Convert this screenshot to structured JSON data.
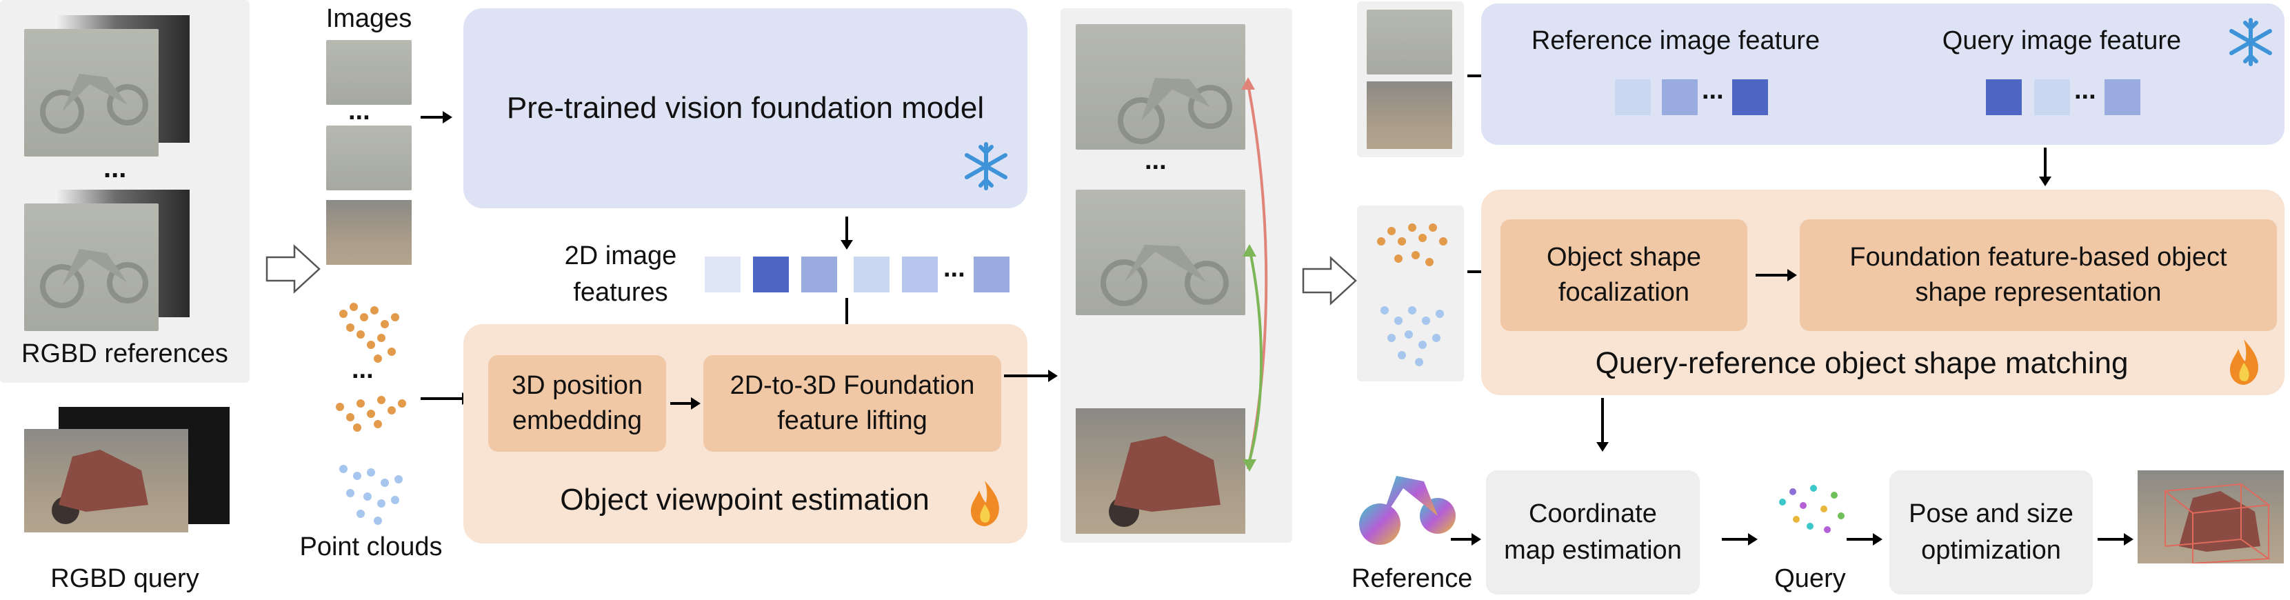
{
  "labels": {
    "rgbd_references": "RGBD references",
    "rgbd_query": "RGBD query",
    "images": "Images",
    "point_clouds": "Point clouds",
    "ellipsis": "...",
    "vision_foundation_model": "Pre-trained vision foundation model",
    "image_features_line1": "2D image",
    "image_features_line2": "features",
    "position_embedding_line1": "3D position",
    "position_embedding_line2": "embedding",
    "feature_lifting_line1": "2D-to-3D Foundation",
    "feature_lifting_line2": "feature lifting",
    "viewpoint_estimation": "Object viewpoint estimation",
    "reference_image_feature": "Reference image feature",
    "query_image_feature": "Query image feature",
    "shape_focalization_line1": "Object shape",
    "shape_focalization_line2": "focalization",
    "shape_representation_line1": "Foundation feature-based object",
    "shape_representation_line2": "shape representation",
    "shape_matching": "Query-reference object shape matching",
    "coordinate_map_line1": "Coordinate",
    "coordinate_map_line2": "map estimation",
    "pose_size_line1": "Pose and size",
    "pose_size_line2": "optimization",
    "reference": "Reference",
    "query": "Query"
  },
  "icons": {
    "frozen": "snowflake-icon",
    "trainable": "flame-icon"
  },
  "colors": {
    "feature_light": "#c9d7f0",
    "feature_mid": "#9aabdf",
    "feature_dark": "#4f67c4",
    "frozen_blue": "#dde3f4",
    "trainable_orange": "#f9e4d4",
    "module_orange": "#f1c8a6",
    "arrow_red": "#e0847a",
    "arrow_green": "#7db657"
  }
}
